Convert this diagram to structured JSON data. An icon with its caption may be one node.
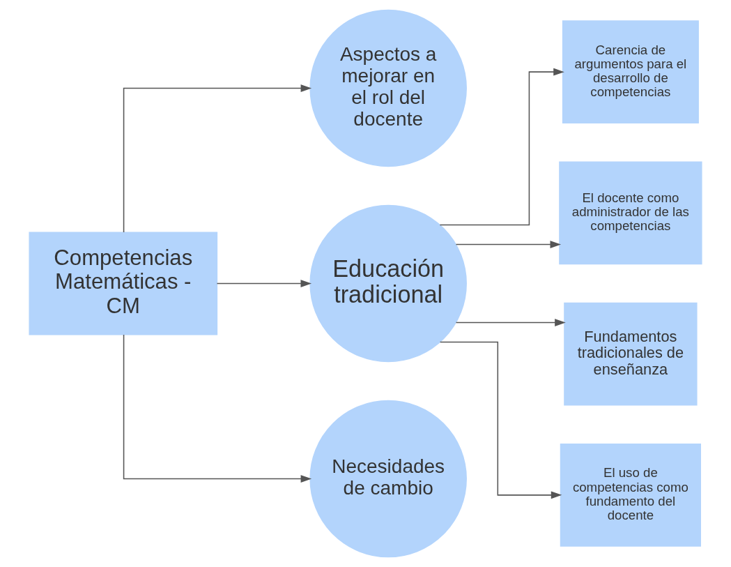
{
  "diagram": {
    "nodes": [
      {
        "text": [
          "Competencias Matemáticas - CM"
        ]
      },
      {
        "text": [
          "Aspectos a mejorar en el rol del docente"
        ]
      },
      {
        "text": [
          "Educación tradicional"
        ]
      },
      {
        "text": [
          "Necesidades de cambio"
        ]
      },
      {
        "text": [
          "Carencia de argumentos para el desarrollo de competencias"
        ]
      },
      {
        "text": [
          "El docente como administrador de las competencias"
        ]
      },
      {
        "text": [
          "Fundamentos tradicionales de enseñanza"
        ]
      },
      {
        "text": [
          "El uso de competencias como fundamento del docente"
        ]
      }
    ],
    "edges": [
      {
        "from": 0,
        "to": 1,
        "arrow": "to"
      },
      {
        "from": 0,
        "to": 2,
        "arrow": "to"
      },
      {
        "from": 0,
        "to": 3,
        "arrow": "to"
      },
      {
        "from": 2,
        "to": 4,
        "arrow": "to"
      },
      {
        "from": 2,
        "to": 5,
        "arrow": "to"
      },
      {
        "from": 2,
        "to": 6,
        "arrow": "to"
      },
      {
        "from": 2,
        "to": 7,
        "arrow": "to"
      }
    ]
  }
}
